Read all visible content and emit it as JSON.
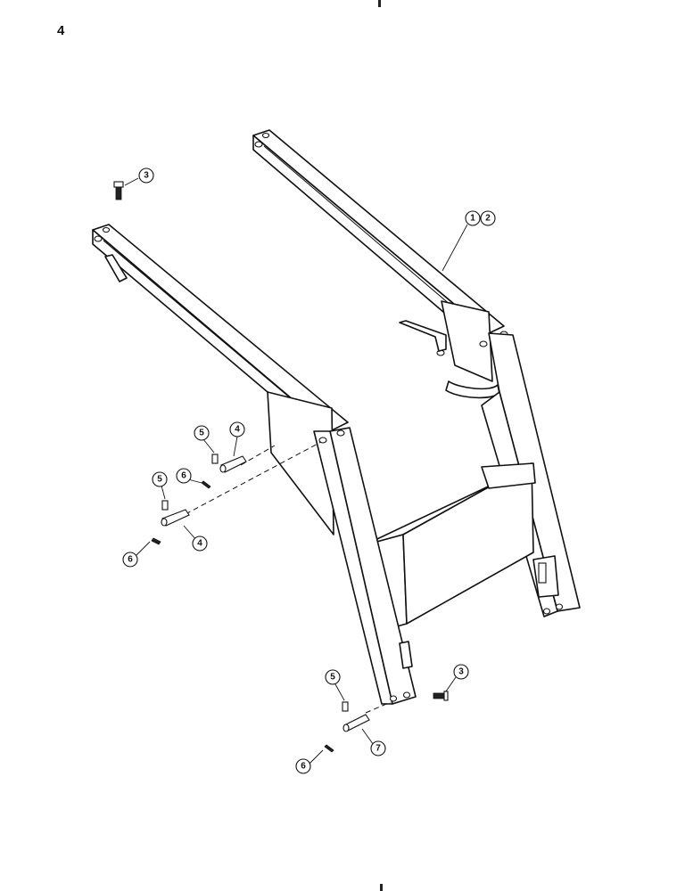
{
  "page": {
    "number": "4"
  },
  "callouts": [
    {
      "id": "c3a",
      "label": "3"
    },
    {
      "id": "c1",
      "label": "1"
    },
    {
      "id": "c2",
      "label": "2"
    },
    {
      "id": "c5a",
      "label": "5"
    },
    {
      "id": "c4a",
      "label": "4"
    },
    {
      "id": "c6a",
      "label": "6"
    },
    {
      "id": "c5b",
      "label": "5"
    },
    {
      "id": "c6b",
      "label": "6"
    },
    {
      "id": "c4b",
      "label": "4"
    },
    {
      "id": "c5c",
      "label": "5"
    },
    {
      "id": "c3b",
      "label": "3"
    },
    {
      "id": "c7",
      "label": "7"
    },
    {
      "id": "c6c",
      "label": "6"
    }
  ]
}
